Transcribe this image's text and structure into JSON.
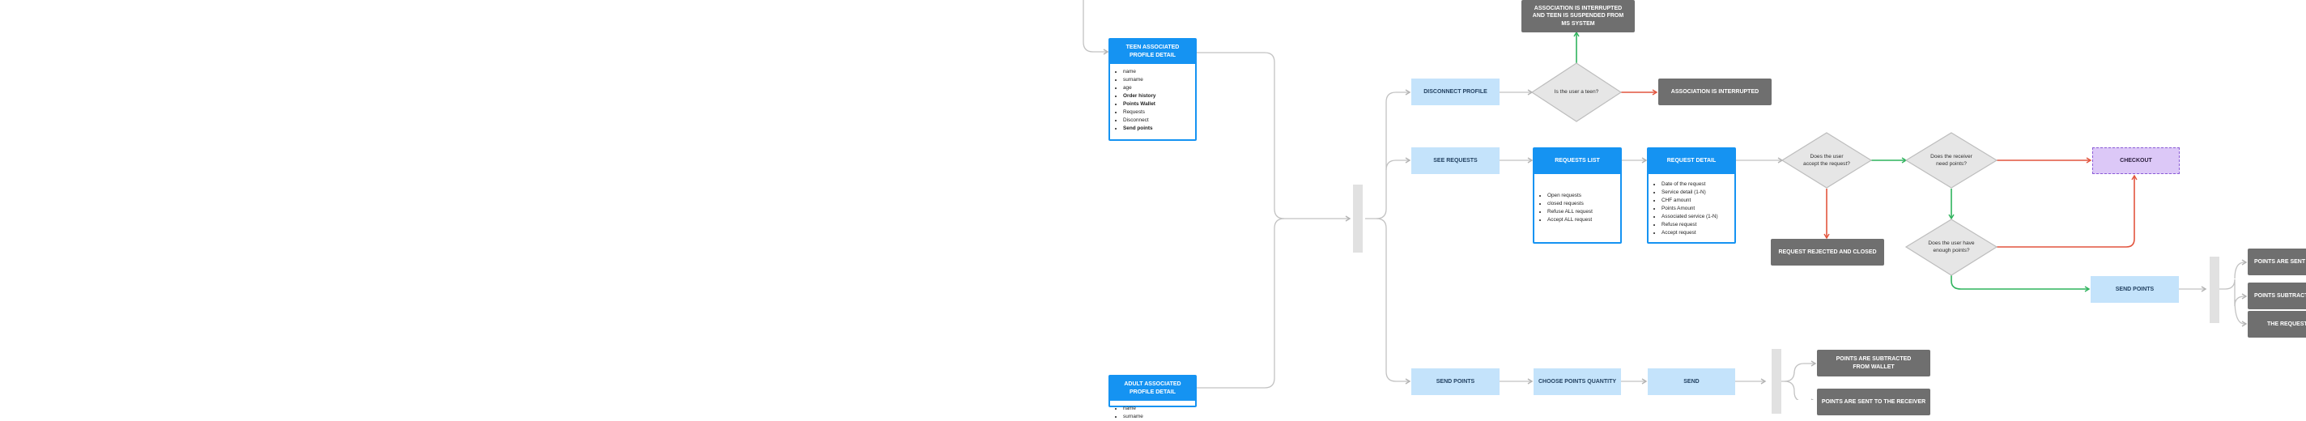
{
  "cards": {
    "teen_profile": {
      "title": "TEEN ASSOCIATED PROFILE DETAIL",
      "items": [
        {
          "text": "name",
          "bold": false
        },
        {
          "text": "surname",
          "bold": false
        },
        {
          "text": "age",
          "bold": false
        },
        {
          "text": "Order history",
          "bold": true
        },
        {
          "text": "Points Wallet",
          "bold": true
        },
        {
          "text": "Requests",
          "bold": false
        },
        {
          "text": "Disconnect",
          "bold": false
        },
        {
          "text": "Send points",
          "bold": true
        }
      ]
    },
    "adult_profile": {
      "title": "ADULT ASSOCIATED PROFILE DETAIL",
      "items": [
        {
          "text": "name",
          "bold": false
        },
        {
          "text": "surname",
          "bold": false
        }
      ]
    },
    "requests_list": {
      "title": "REQUESTS LIST",
      "items": [
        {
          "text": "Open requests",
          "bold": false
        },
        {
          "text": "closed requests",
          "bold": false
        },
        {
          "text": "Refuse ALL request",
          "bold": false
        },
        {
          "text": "Accept ALL request",
          "bold": false
        }
      ]
    },
    "request_detail": {
      "title": "REQUEST DETAIL",
      "items": [
        {
          "text": "Date of the request",
          "bold": false
        },
        {
          "text": "Service detail (1-N)",
          "bold": false
        },
        {
          "text": "CHF amount",
          "bold": false
        },
        {
          "text": "Points Amount",
          "bold": false
        },
        {
          "text": "Associated service (1-N)",
          "bold": false
        },
        {
          "text": "Refuse request",
          "bold": false
        },
        {
          "text": "Accept request",
          "bold": false
        }
      ]
    }
  },
  "steps": {
    "disconnect_profile": "DISCONNECT PROFILE",
    "see_requests": "SEE REQUESTS",
    "send_points": "SEND POINTS",
    "choose_points_quantity": "CHOOSE POINTS QUANTITY",
    "send": "SEND",
    "send_points_2": "SEND POINTS",
    "checkout": "CHECKOUT"
  },
  "decisions": {
    "is_teen": "Is the user a teen?",
    "accept_request": "Does the user accept the request?",
    "receiver_need_points": "Does the receiver need points?",
    "have_enough_points": "Does the user have enough points?"
  },
  "outcomes": {
    "association_interrupted_suspended": "ASSOCIATION IS INTERRUPTED AND TEEN IS SUSPENDED FROM MS SYSTEM",
    "association_interrupted": "ASSOCIATION IS INTERRUPTED",
    "request_rejected": "REQUEST REJECTED AND CLOSED",
    "points_subtracted_wallet": "POINTS ARE SUBTRACTED FROM WALLET",
    "points_sent_receiver": "POINTS ARE SENT TO THE RECEIVER",
    "points_are_sent": "POINTS ARE SENT",
    "points_subtracted": "POINTS SUBTRACTED",
    "the_request": "THE REQUEST"
  },
  "colors": {
    "card_blue": "#1593f2",
    "step_light_blue": "#c4e3fb",
    "outcome_gray": "#6f6f6f",
    "checkout_purple": "#dcc8f7",
    "connector_gray": "#bdbdbd",
    "yes_green": "#2fb35d",
    "no_red": "#e2553e"
  }
}
